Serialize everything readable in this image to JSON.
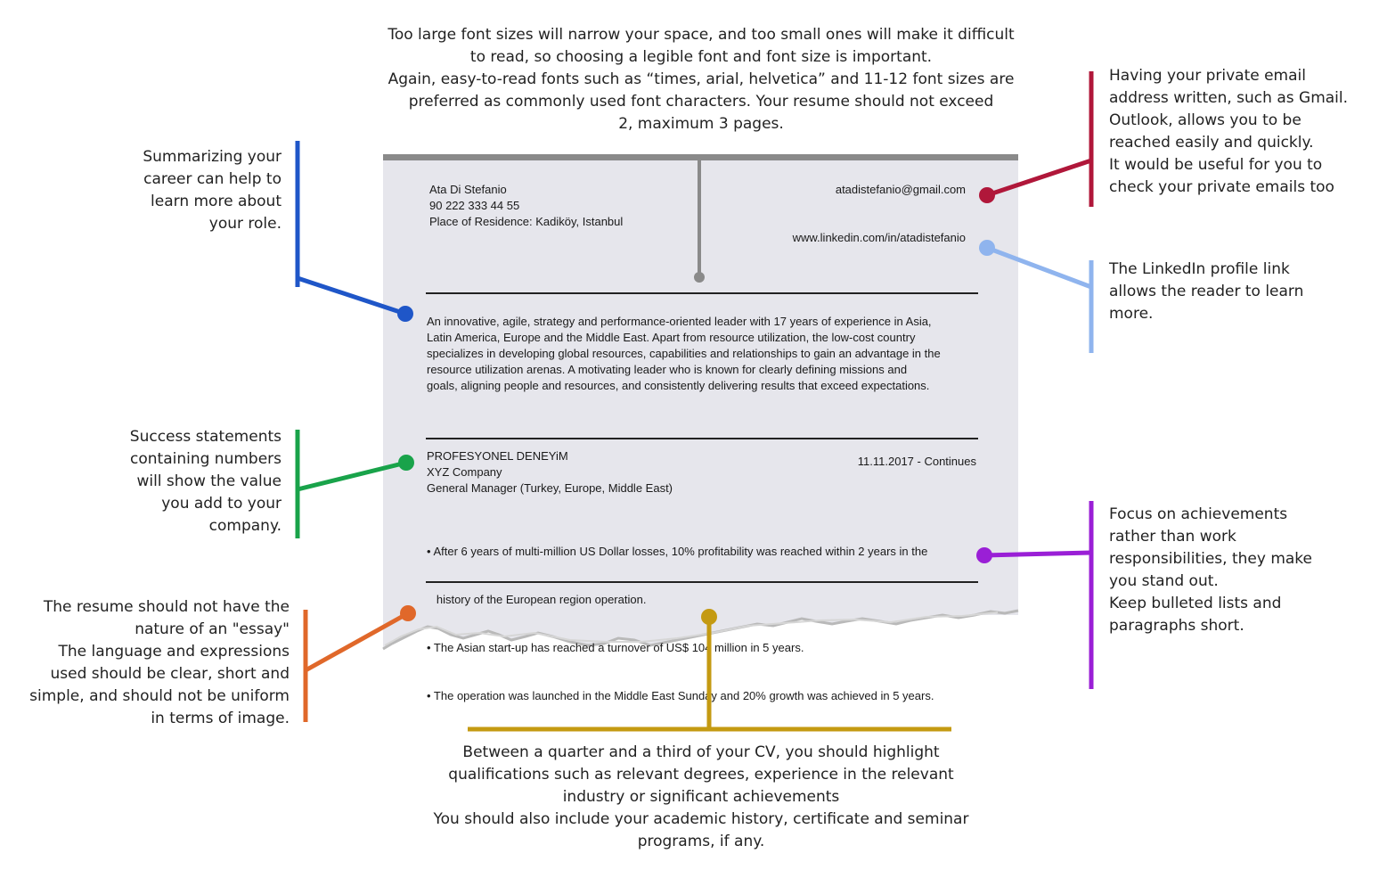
{
  "notes": {
    "top": [
      "Too large font sizes will narrow your space, and too small ones will make it difficult",
      "to read, so choosing a legible font and font size is important.",
      "Again, easy-to-read fonts such as “times, arial, helvetica” and 11-12 font sizes are",
      "preferred as commonly used font characters. Your resume should not exceed",
      "2, maximum 3 pages."
    ],
    "summary": [
      "Summarizing your",
      "career can help to",
      "learn more about",
      "your role."
    ],
    "success": [
      "Success statements",
      "containing numbers",
      "will show the value",
      "you add to your",
      "company."
    ],
    "essay": [
      "The resume should not have the",
      "nature of an \"essay\"",
      "The language and expressions",
      "used should be clear, short and",
      "simple, and should not be uniform",
      "in terms of image."
    ],
    "email": [
      "Having your private email",
      "address written, such as Gmail.",
      "Outlook, allows you to be",
      "reached easily and quickly.",
      "It would be useful for you to",
      "check your private emails too"
    ],
    "linkedin": [
      "The LinkedIn profile link",
      "allows the reader to learn",
      "more."
    ],
    "achievements": [
      "Focus on achievements",
      "rather than work",
      "responsibilities, they make",
      "you stand out.",
      "Keep bulleted lists and",
      "paragraphs short."
    ],
    "bottom": [
      "Between a quarter and a third of your CV, you should highlight",
      "qualifications such as relevant degrees, experience in the relevant",
      "industry or significant achievements",
      "You should also include your academic history, certificate and seminar",
      "programs, if any."
    ]
  },
  "resume": {
    "name": "Ata Di Stefanio",
    "phone": "90 222 333 44 55",
    "residence": "Place of Residence: Kadiköy, Istanbul",
    "email": "atadistefanio@gmail.com",
    "linkedin": "www.linkedin.com/in/atadistefanio",
    "summary": [
      "An innovative, agile, strategy and performance-oriented leader with 17 years of experience in Asia,",
      "Latin America, Europe and the Middle East. Apart from resource utilization, the low-cost country",
      "specializes in developing global resources, capabilities and relationships to gain an advantage in the",
      "resource utilization arenas. A motivating leader who is known for clearly defining missions and",
      "goals, aligning people and resources, and consistently delivering results that exceed expectations."
    ],
    "section_title": "PROFESYONEL DENEYiM",
    "company": "XYZ Company",
    "role": "General Manager (Turkey, Europe, Middle East)",
    "dates": "11.11.2017 - Continues",
    "bullets": [
      "• After 6 years of multi-million US Dollar losses, 10% profitability was reached within 2 years in the",
      "   history of the European region operation.",
      "• The Asian start-up has reached a turnover of US$ 104 million in 5 years.",
      "• The operation was launched in the Middle East Sunday and 20% growth was achieved in 5 years."
    ]
  },
  "colors": {
    "gray": "#8a8a8a",
    "blue": "#1f56c8",
    "green": "#19a34a",
    "orange": "#e0682a",
    "crimson": "#b0173a",
    "light_blue": "#8fb4ee",
    "purple": "#9a1fd6",
    "gold": "#c49a12"
  }
}
